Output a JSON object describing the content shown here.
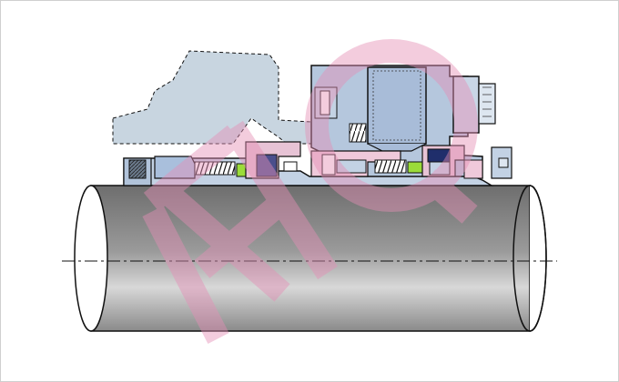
{
  "diagram": {
    "kind": "mechanical seal cross-section on shaft",
    "watermark_text": "HQ",
    "colors": {
      "background": "#ffffff",
      "gland_fill": "#b7c9de",
      "housing_fill": "#c9d6e3",
      "sleeve_fill": "#a9bfdc",
      "pink_face": "#f1c9d9",
      "green_oring": "#9bdc3a",
      "dark_part": "#1f2e6b",
      "outline": "#111111",
      "watermark": "#e58fb6"
    },
    "components": [
      "shaft",
      "shaft-centerline",
      "pump-housing",
      "gland-plate",
      "gland-bolt-nut",
      "shaft-sleeve",
      "rotating-spring-left",
      "rotating-spring-right",
      "o-ring-left",
      "o-ring-right",
      "set-screw",
      "stationary-seat",
      "drive-collar"
    ]
  }
}
